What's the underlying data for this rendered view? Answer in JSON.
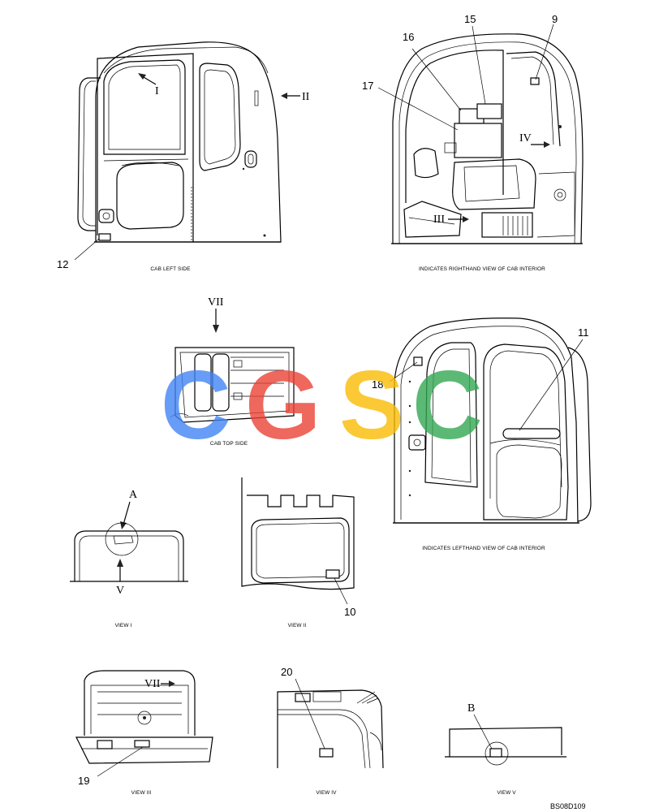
{
  "captions": {
    "cab_left_side": "CAB LEFT SIDE",
    "rh_interior": "INDICATES RIGHTHAND VIEW OF CAB INTERIOR",
    "cab_top_side": "CAB TOP SIDE",
    "lh_interior": "INDICATES LEFTHAND VIEW OF CAB INTERIOR",
    "view_1": "VIEW I",
    "view_2": "VIEW II",
    "view_3": "VIEW III",
    "view_4": "VIEW IV",
    "view_5": "VIEW V"
  },
  "callouts": {
    "n9": "9",
    "n10": "10",
    "n11": "11",
    "n12": "12",
    "n15": "15",
    "n16": "16",
    "n17": "17",
    "n18": "18",
    "n19": "19",
    "n20": "20"
  },
  "view_markers": {
    "I": "I",
    "II": "II",
    "III": "III",
    "IV": "IV",
    "V": "V",
    "VII_top": "VII",
    "VII_view3": "VII",
    "A": "A",
    "B": "B"
  },
  "drawing_ref": "BS08D109",
  "watermark": {
    "letters": "CGSC",
    "colors": [
      "#4285F4",
      "#EA4335",
      "#FBBC05",
      "#34A853"
    ]
  }
}
